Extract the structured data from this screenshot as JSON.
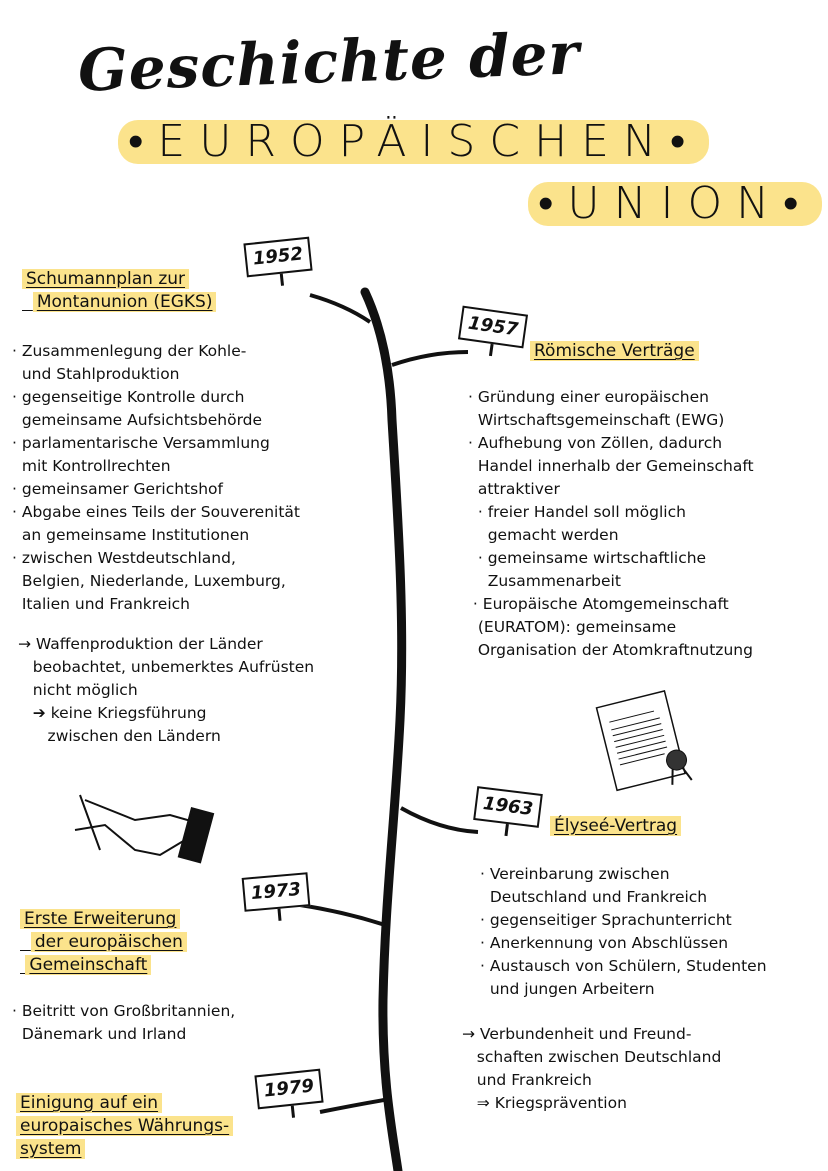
{
  "title": {
    "line1": "Geschichte der",
    "line2": "•EUROPÄISCHEN•",
    "line3": "•UNION•"
  },
  "accent_color": "#fbe38c",
  "events": [
    {
      "year": "1952",
      "heading": [
        "Schumannplan zur",
        "Montanunion (EGKS)"
      ],
      "bullets": [
        "· Zusammenlegung der Kohle-\n  und Stahlproduktion",
        "· gegenseitige Kontrolle durch\n  gemeinsame Aufsichtsbehörde",
        "· parlamentarische Versammlung\n  mit Kontrollrechten",
        "· gemeinsamer Gerichtshof",
        "· Abgabe eines Teils der Souverenität\n  an gemeinsame Institutionen",
        "· zwischen Westdeutschland,\n  Belgien, Niederlande, Luxemburg,\n  Italien und Frankreich"
      ],
      "conclusion": [
        "→ Waffenproduktion der Länder\n   beobachtet, unbemerktes Aufrüsten\n   nicht möglich",
        "   ➔ keine Kriegsführung\n      zwischen den Ländern"
      ]
    },
    {
      "year": "1957",
      "heading": [
        "Römische Verträge"
      ],
      "bullets": [
        "· Gründung einer europäischen\n  Wirtschaftsgemeinschaft (EWG)",
        "· Aufhebung von Zöllen, dadurch\n  Handel innerhalb der Gemeinschaft\n  attraktiver",
        "  · freier Handel soll möglich\n    gemacht werden",
        "  · gemeinsame wirtschaftliche\n    Zusammenarbeit",
        " · Europäische Atomgemeinschaft\n  (EURATOM): gemeinsame\n  Organisation der Atomkraftnutzung"
      ]
    },
    {
      "year": "1963",
      "heading": [
        "Élyseé-Vertrag"
      ],
      "bullets": [
        "· Vereinbarung zwischen\n  Deutschland und Frankreich",
        "· gegenseitiger Sprachunterricht",
        "· Anerkennung von Abschlüssen",
        "· Austausch von Schülern, Studenten\n  und jungen Arbeitern"
      ],
      "conclusion": [
        "→ Verbundenheit und Freund-\n   schaften zwischen Deutschland\n   und Frankreich\n   ⇒ Kriegsprävention"
      ]
    },
    {
      "year": "1973",
      "heading": [
        "Erste Erweiterung",
        "der europäischen",
        "Gemeinschaft"
      ],
      "bullets": [
        "· Beitritt von Großbritannien,\n  Dänemark und Irland"
      ]
    },
    {
      "year": "1979",
      "heading": [
        "Einigung auf ein",
        "europaisches Währungs-",
        "system"
      ]
    }
  ]
}
